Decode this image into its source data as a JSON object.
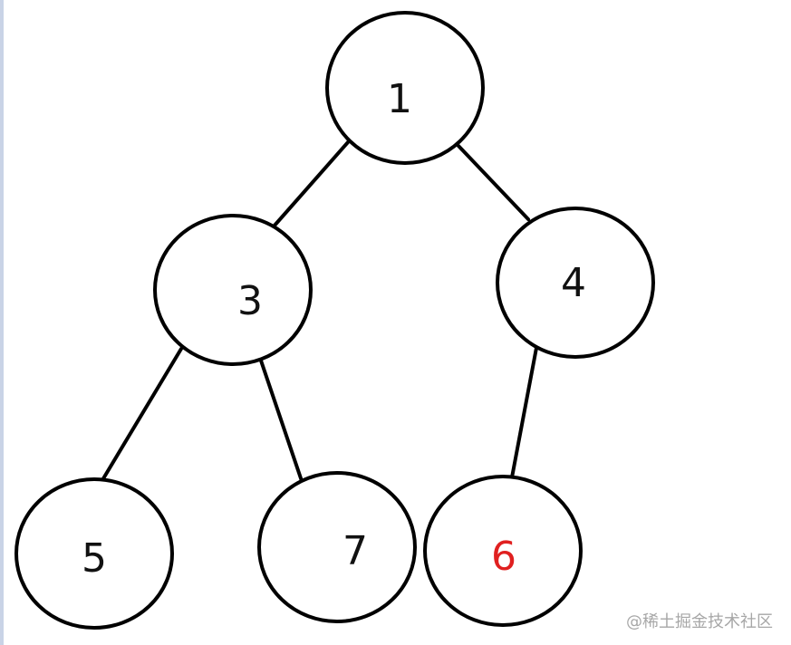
{
  "diagram": {
    "nodes": [
      {
        "id": "n1",
        "label": "1",
        "color": "#111111"
      },
      {
        "id": "n3",
        "label": "3",
        "color": "#111111"
      },
      {
        "id": "n4",
        "label": "4",
        "color": "#111111"
      },
      {
        "id": "n5",
        "label": "5",
        "color": "#111111"
      },
      {
        "id": "n7",
        "label": "7",
        "color": "#111111"
      },
      {
        "id": "n6",
        "label": "6",
        "color": "#e02020"
      }
    ],
    "edges": [
      {
        "from": "n1",
        "to": "n3"
      },
      {
        "from": "n1",
        "to": "n4"
      },
      {
        "from": "n3",
        "to": "n5"
      },
      {
        "from": "n3",
        "to": "n7"
      },
      {
        "from": "n4",
        "to": "n6"
      }
    ]
  },
  "watermark": "@稀土掘金技术社区"
}
